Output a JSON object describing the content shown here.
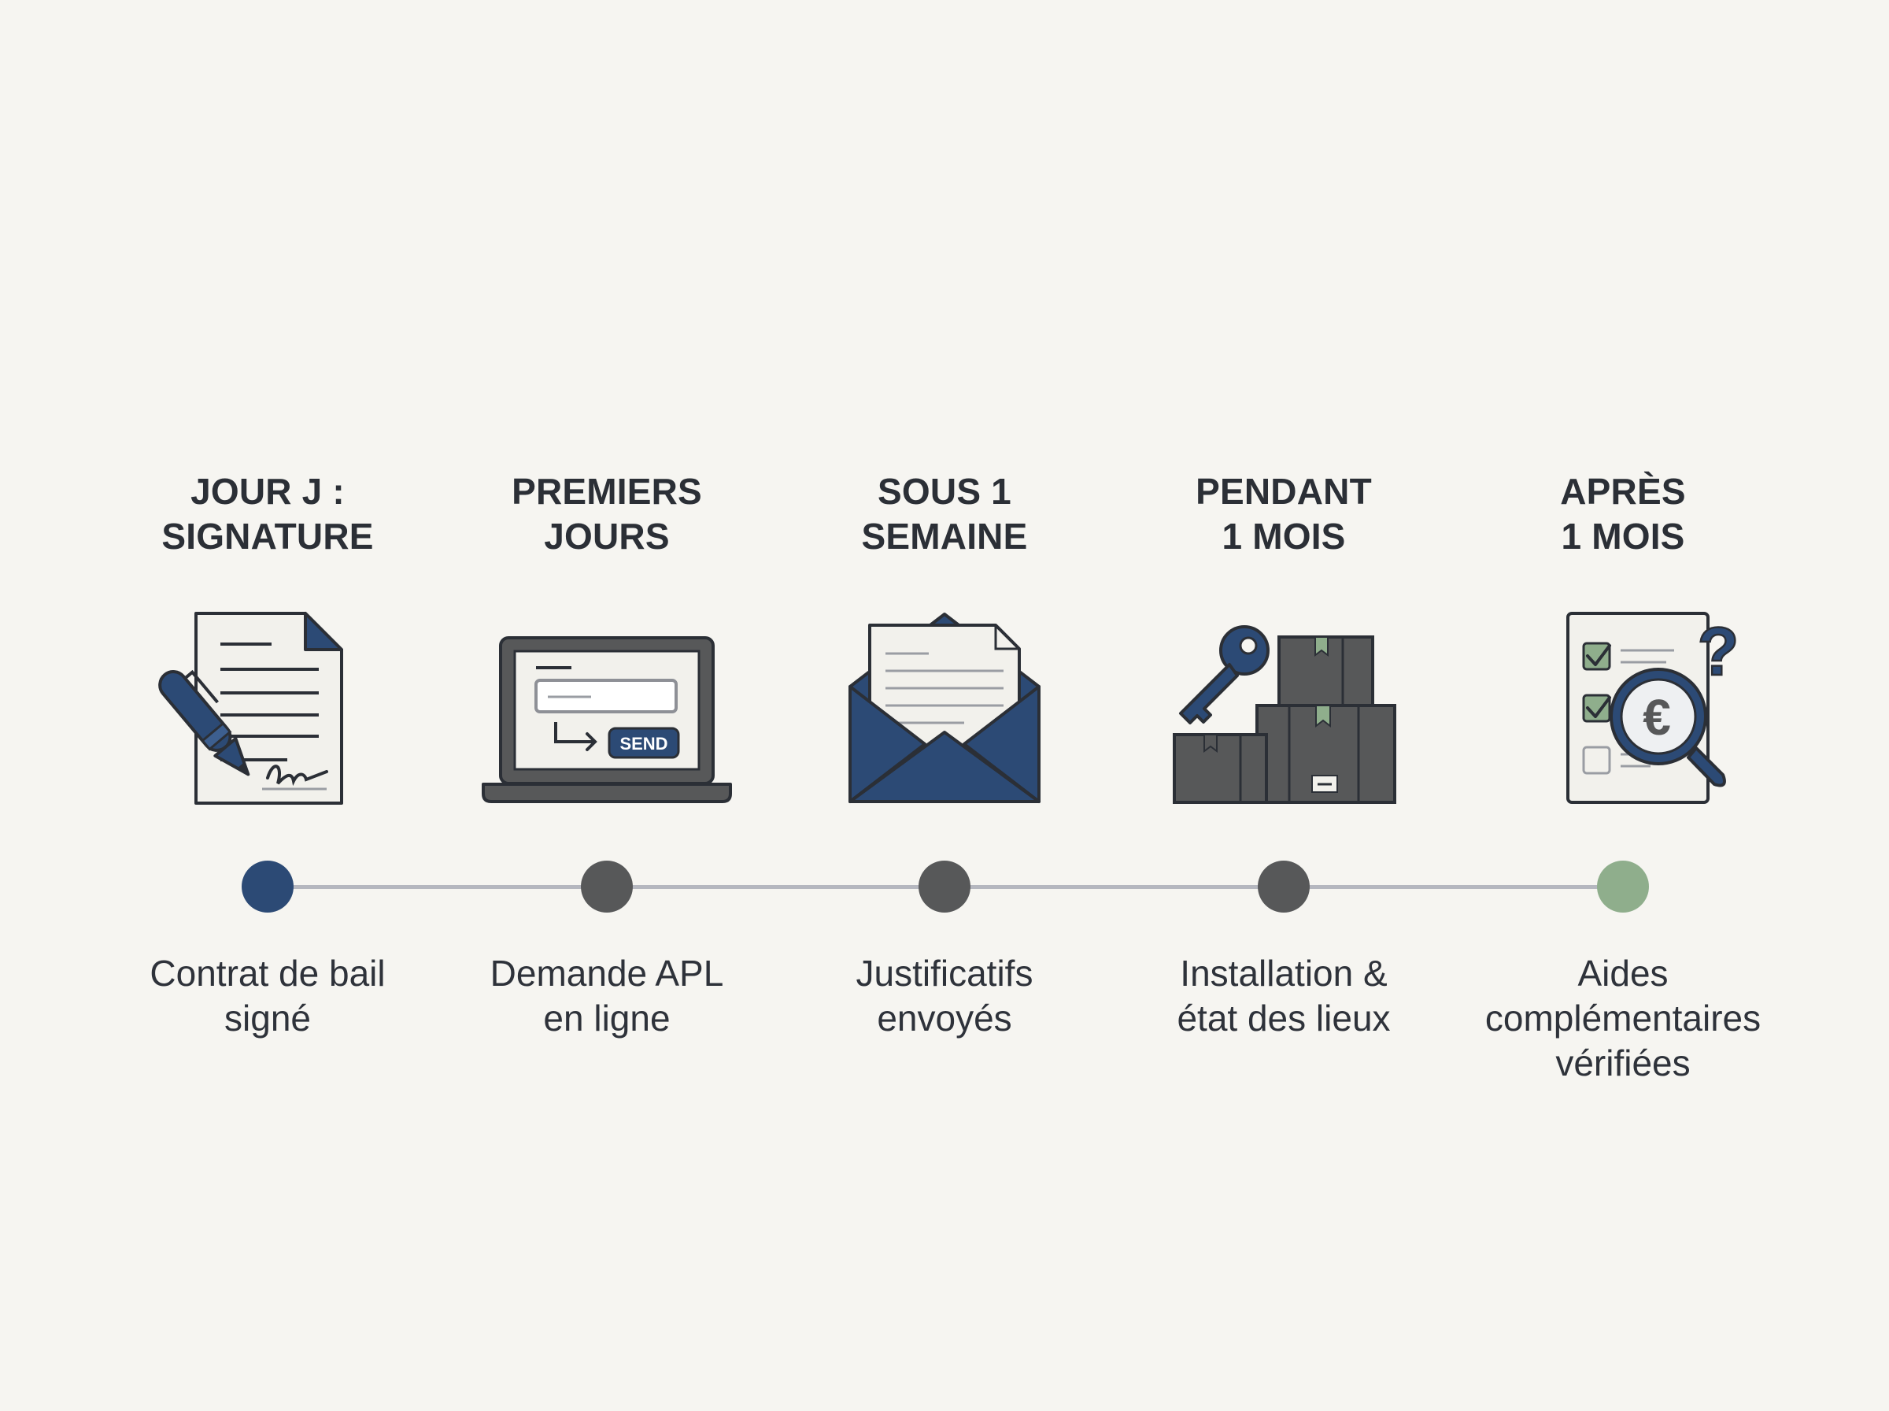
{
  "steps": [
    {
      "title": [
        "JOUR J :",
        "SIGNATURE"
      ],
      "desc": [
        "Contrat de bail",
        "signé"
      ],
      "icon": "signed-contract-icon",
      "dot_color": "#2c4a75"
    },
    {
      "title": [
        "PREMIERS",
        "JOURS"
      ],
      "desc": [
        "Demande APL",
        "en ligne"
      ],
      "icon": "laptop-form-icon",
      "dot_color": "#575859",
      "send_label": "SEND"
    },
    {
      "title": [
        "SOUS 1",
        "SEMAINE"
      ],
      "desc": [
        "Justificatifs",
        "envoyés"
      ],
      "icon": "envelope-document-icon",
      "dot_color": "#575859"
    },
    {
      "title": [
        "PENDANT",
        "1 MOIS"
      ],
      "desc": [
        "Installation &",
        "état des lieux"
      ],
      "icon": "key-boxes-icon",
      "dot_color": "#575859"
    },
    {
      "title": [
        "APRÈS",
        "1 MOIS"
      ],
      "desc": [
        "Aides",
        "complémentaires",
        "vérifiées"
      ],
      "icon": "checklist-euro-magnifier-icon",
      "dot_color": "#8fae8c",
      "euro_symbol": "€",
      "question_symbol": "?"
    }
  ],
  "colors": {
    "navy": "#2c4a75",
    "gray": "#575859",
    "sage": "#8fae8c",
    "paper": "#f2f1ec",
    "outline": "#2b2f36",
    "line": "#b5b7bf"
  }
}
